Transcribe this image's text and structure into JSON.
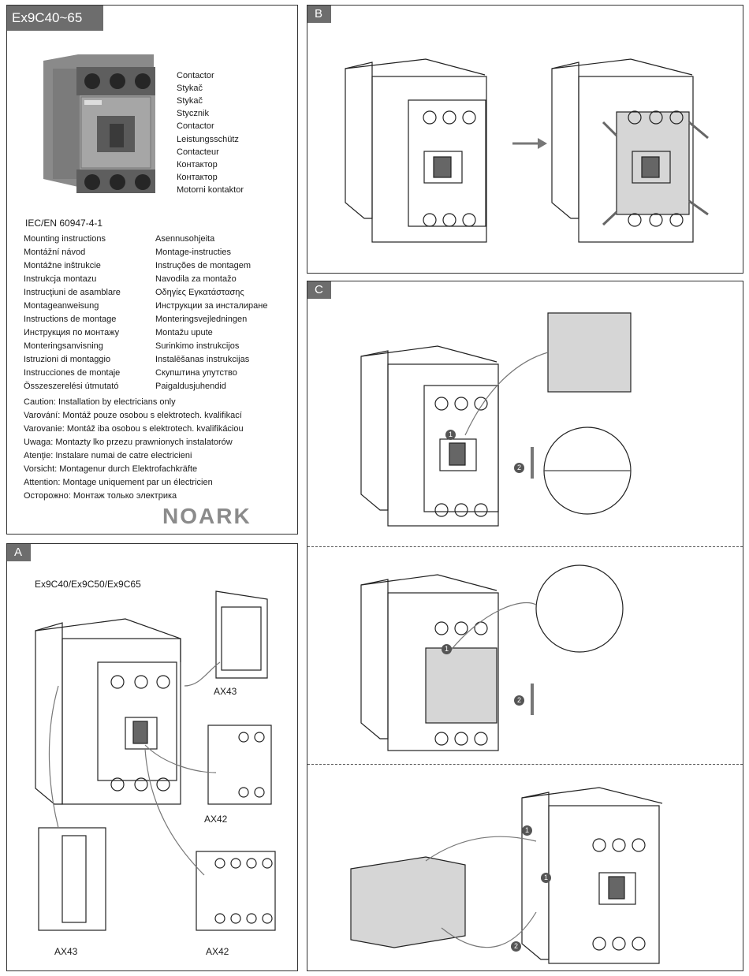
{
  "title_panel": {
    "model": "Ex9C40~65",
    "product_names": [
      "Contactor",
      "Stykač",
      "Stykač",
      "Stycznik",
      "Contactor",
      "Leistungsschütz",
      "Contacteur",
      "Контактор",
      "Контактор",
      "Motorni kontaktor"
    ],
    "standard": "IEC/EN 60947-4-1",
    "instructions_left": [
      "Mounting instructions",
      "Montážní návod",
      "Montážne inštrukcie",
      "Instrukcja montazu",
      "Instrucţiuni de asamblare",
      "Montageanweisung",
      "Instructions de montage",
      "Инструкция по монтажу",
      "Monteringsanvisning",
      "Istruzioni di montaggio",
      "Instrucciones de montaje",
      "Összeszerelési útmutató"
    ],
    "instructions_right": [
      "Asennusohjeita",
      "Montage-instructies",
      "Instruções de montagem",
      "Navodila za montažo",
      "Οδηγίες Εγκατάστασης",
      "Инструкции за инсталиране",
      "Monteringsvejledningen",
      "Montažu upute",
      "Surinkimo instrukcijos",
      "Instalēšanas instrukcijas",
      "Скупштина упутство",
      "Paigaldusjuhendid"
    ],
    "cautions": [
      "Caution:  Installation by electricians only",
      "Varování: Montáž pouze osobou s elektrotech. kvalifikací",
      "Varovanie: Montáž iba osobou s elektrotech. kvalifikáciou",
      "Uwaga: Montazty lko przezu prawnionych instalatorów",
      "Atenţie: Instalare numai de catre electricieni",
      "Vorsicht: Montagenur durch Elektrofachkräfte",
      "Attention:  Montage uniquement par un électricien",
      "Осторожно: Монтаж только электрика"
    ],
    "brand": "NOARK"
  },
  "panel_a": {
    "label": "A",
    "models": "Ex9C40/Ex9C50/Ex9C65",
    "accessories": [
      "AX43",
      "AX42",
      "AX43",
      "AX42"
    ]
  },
  "panel_b": {
    "label": "B"
  },
  "panel_c": {
    "label": "C",
    "step_numbers": [
      "1",
      "2"
    ]
  }
}
